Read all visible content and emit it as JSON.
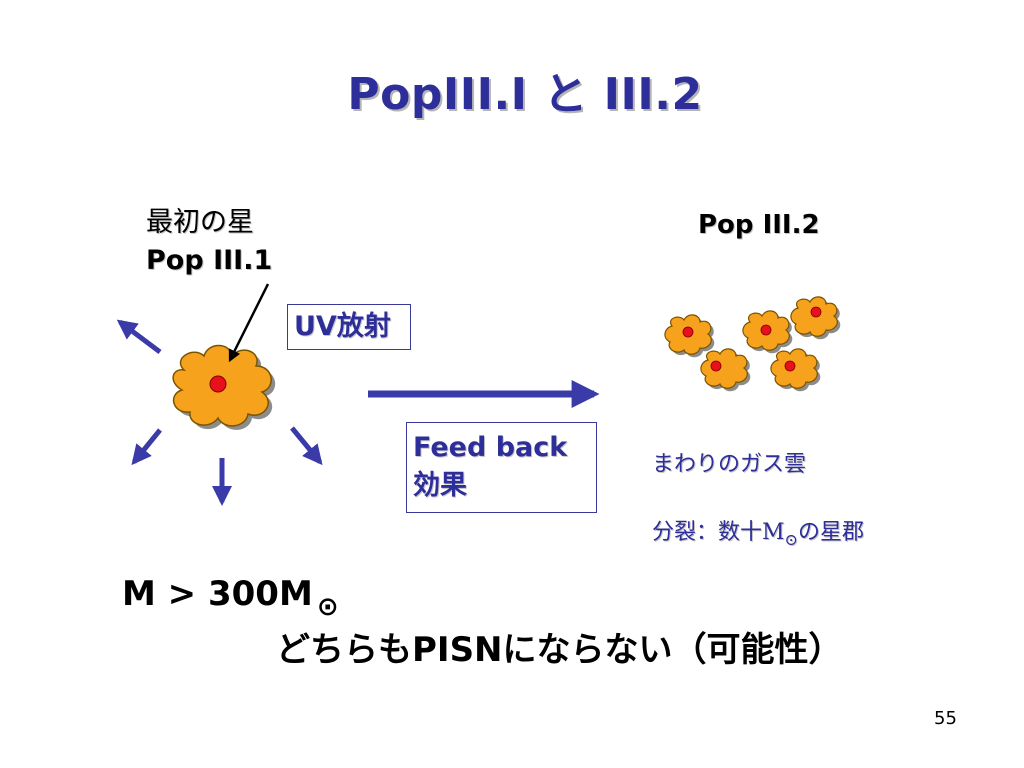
{
  "slide": {
    "title": "PopIII.I と III.2",
    "first_star": {
      "jp": "最初の星",
      "en": "Pop III.1"
    },
    "pop32_label": "Pop III.2",
    "uv_box": "UV放射",
    "feedback_box": {
      "line1": "Feed back",
      "line2": "効果"
    },
    "gas_cloud": "まわりのガス雲",
    "fragmentation": {
      "prefix": "分裂：数十M",
      "sun": "⊙",
      "suffix": "の星郡"
    },
    "mass_limit": {
      "text": "M > 300M",
      "sun": "⊙"
    },
    "conclusion": "どちらもPISNにならない（可能性）",
    "page_number": "55"
  },
  "colors": {
    "title": "#2e2e9a",
    "arrow": "#3a3aa8",
    "star_fill": "#f7a21d",
    "star_outline": "#7a5500",
    "star_core": "#e8101a",
    "box_border": "#3a3a9a"
  }
}
